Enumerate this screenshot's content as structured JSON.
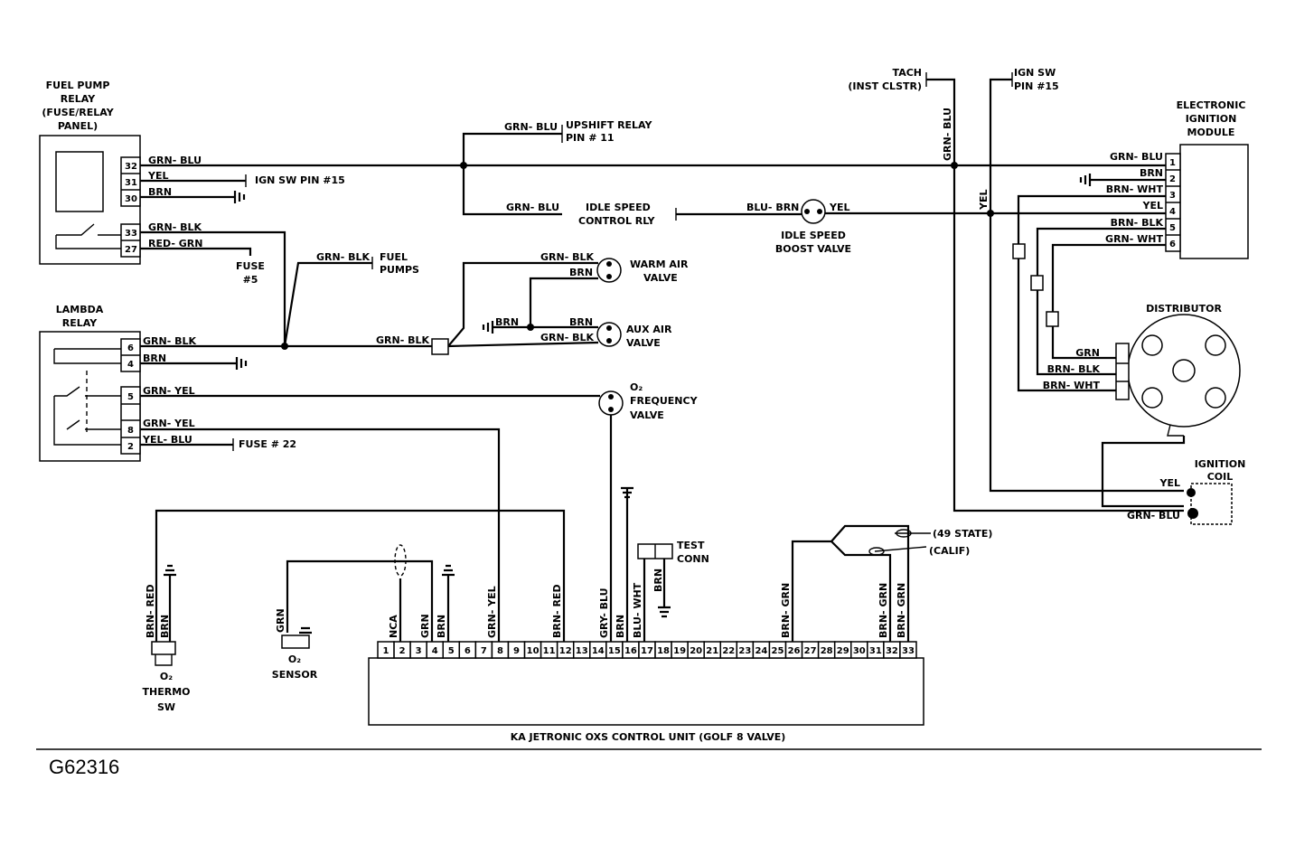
{
  "figure_id": "G62316",
  "title": "KA JETRONIC OXS CONTROL UNIT (GOLF 8 VALVE)",
  "components": {
    "fuel_pump_relay": [
      "FUEL PUMP",
      "RELAY",
      "(FUSE/RELAY",
      "PANEL)"
    ],
    "lambda_relay": [
      "LAMBDA",
      "RELAY"
    ],
    "electronic_ignition_module": [
      "ELECTRONIC",
      "IGNITION",
      "MODULE"
    ],
    "distributor": "DISTRIBUTOR",
    "ignition_coil": [
      "IGNITION",
      "COIL"
    ],
    "warm_air_valve": [
      "WARM AIR",
      "VALVE"
    ],
    "aux_air_valve": [
      "AUX AIR",
      "VALVE"
    ],
    "o2_frequency_valve": [
      "O₂",
      "FREQUENCY",
      "VALVE"
    ],
    "idle_speed_boost_valve": [
      "IDLE SPEED",
      "BOOST VALVE"
    ],
    "o2_thermo_sw": [
      "O₂",
      "THERMO",
      "SW"
    ],
    "o2_sensor": [
      "O₂",
      "SENSOR"
    ],
    "test_conn": [
      "TEST",
      "CONN"
    ]
  },
  "refs": {
    "tach": [
      "TACH",
      "(INST CLSTR)"
    ],
    "ign_sw_top": [
      "IGN SW",
      "PIN #15"
    ],
    "upshift_relay": [
      "UPSHIFT  RELAY",
      "PIN # 11"
    ],
    "idle_speed_ctrl_rly": [
      "IDLE SPEED",
      "CONTROL RLY"
    ],
    "ign_sw_pin15": "IGN SW PIN #15",
    "fuse5": [
      "FUSE",
      "#5"
    ],
    "fuel_pumps": [
      "FUEL",
      "PUMPS"
    ],
    "fuse22": "FUSE # 22",
    "state49": "(49 STATE)",
    "calif": "(CALIF)"
  },
  "fuel_pump_relay_pins": [
    {
      "pin": "32",
      "wire": "GRN- BLU"
    },
    {
      "pin": "31",
      "wire": "YEL"
    },
    {
      "pin": "30",
      "wire": "BRN"
    },
    {
      "pin": "33",
      "wire": "GRN- BLK"
    },
    {
      "pin": "27",
      "wire": "RED- GRN"
    }
  ],
  "lambda_relay_pins": [
    {
      "pin": "6",
      "wire": "GRN- BLK"
    },
    {
      "pin": "4",
      "wire": "BRN"
    },
    {
      "pin": "5",
      "wire": "GRN- YEL"
    },
    {
      "pin": "8",
      "wire": "GRN- YEL"
    },
    {
      "pin": "2",
      "wire": "YEL- BLU"
    }
  ],
  "ignition_module_pins": [
    {
      "pin": "1",
      "wire": "GRN- BLU"
    },
    {
      "pin": "2",
      "wire": "BRN"
    },
    {
      "pin": "3",
      "wire": "BRN- WHT"
    },
    {
      "pin": "4",
      "wire": "YEL"
    },
    {
      "pin": "5",
      "wire": "BRN- BLK"
    },
    {
      "pin": "6",
      "wire": "GRN- WHT"
    }
  ],
  "distributor_wires": [
    "GRN",
    "BRN- BLK",
    "BRN- WHT"
  ],
  "coil_wires": [
    "YEL",
    "GRN- BLU"
  ],
  "middle_wires": {
    "upshift": "GRN- BLU",
    "idle_ctrl": "GRN- BLU",
    "boost_left": "BLU- BRN",
    "boost_right": "YEL",
    "fuel_pumps": "GRN- BLK",
    "warm_top": "GRN- BLK",
    "warm_bottom": "BRN",
    "aux_gnd": "BRN",
    "aux_top": "BRN",
    "aux_bottom": "GRN- BLK",
    "lambda_out": "GRN- BLK",
    "tach_vertical": "GRN- BLU",
    "yel_vertical": "YEL"
  },
  "ecu_pins": [
    "1",
    "2",
    "3",
    "4",
    "5",
    "6",
    "7",
    "8",
    "9",
    "10",
    "11",
    "12",
    "13",
    "14",
    "15",
    "16",
    "17",
    "18",
    "19",
    "20",
    "21",
    "22",
    "23",
    "24",
    "25",
    "26",
    "27",
    "28",
    "29",
    "30",
    "31",
    "32",
    "33"
  ],
  "ecu_wires": {
    "t1": "BRN- RED",
    "t2": "BRN",
    "sensor": "GRN",
    "p2": "NCA",
    "p4": "GRN",
    "p5": "BRN",
    "p8": "GRN- YEL",
    "p12": "BRN- RED",
    "p15": "GRY- BLU",
    "p16": "BRN",
    "p17": "BLU- WHT",
    "test": "BRN",
    "p26": "BRN- GRN",
    "p32": "BRN- GRN",
    "p33": "BRN- GRN"
  }
}
